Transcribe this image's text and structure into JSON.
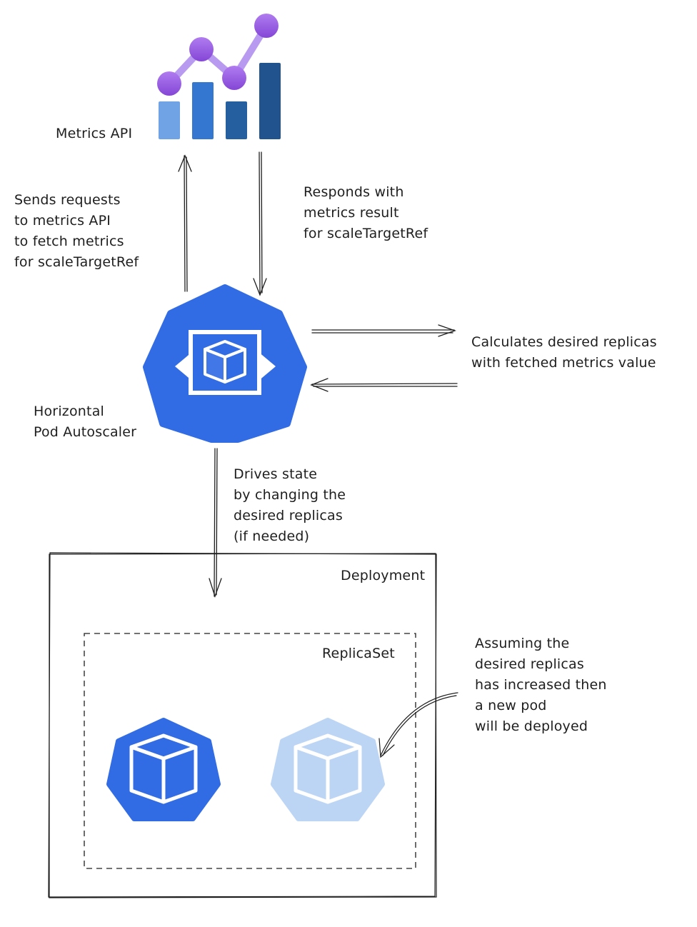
{
  "metrics": {
    "label": "Metrics API",
    "icon": "metrics-chart-icon"
  },
  "hpa": {
    "label_line1": "Horizontal",
    "label_line2": "Pod Autoscaler",
    "icon": "hpa-icon"
  },
  "annotations": {
    "sends_requests": [
      "Sends requests",
      "to metrics API",
      "to fetch metrics",
      "for scaleTargetRef"
    ],
    "responds": [
      "Responds with",
      "metrics result",
      "for scaleTargetRef"
    ],
    "calculates": [
      "Calculates desired replicas",
      "with fetched metrics value"
    ],
    "drives_state": [
      "Drives state",
      "by changing the",
      "desired replicas",
      "(if needed)"
    ],
    "assuming": [
      "Assuming the",
      "desired replicas",
      "has increased then",
      "a new pod",
      "will be deployed"
    ]
  },
  "deployment": {
    "label": "Deployment"
  },
  "replicaset": {
    "label": "ReplicaSet"
  },
  "pods": [
    {
      "state": "existing",
      "icon": "pod-icon"
    },
    {
      "state": "new",
      "icon": "pod-icon"
    }
  ],
  "colors": {
    "k8s_blue": "#326ce5",
    "new_pod_blue": "#bcd5f5",
    "bar_light": "#70a3e6",
    "bar_mid": "#3377d1",
    "bar_dark": "#255f9f",
    "bar_darker": "#21548f",
    "dot_purple": "#9459e0",
    "line_purple": "#b89bf0",
    "stroke": "#1e1e1e"
  }
}
